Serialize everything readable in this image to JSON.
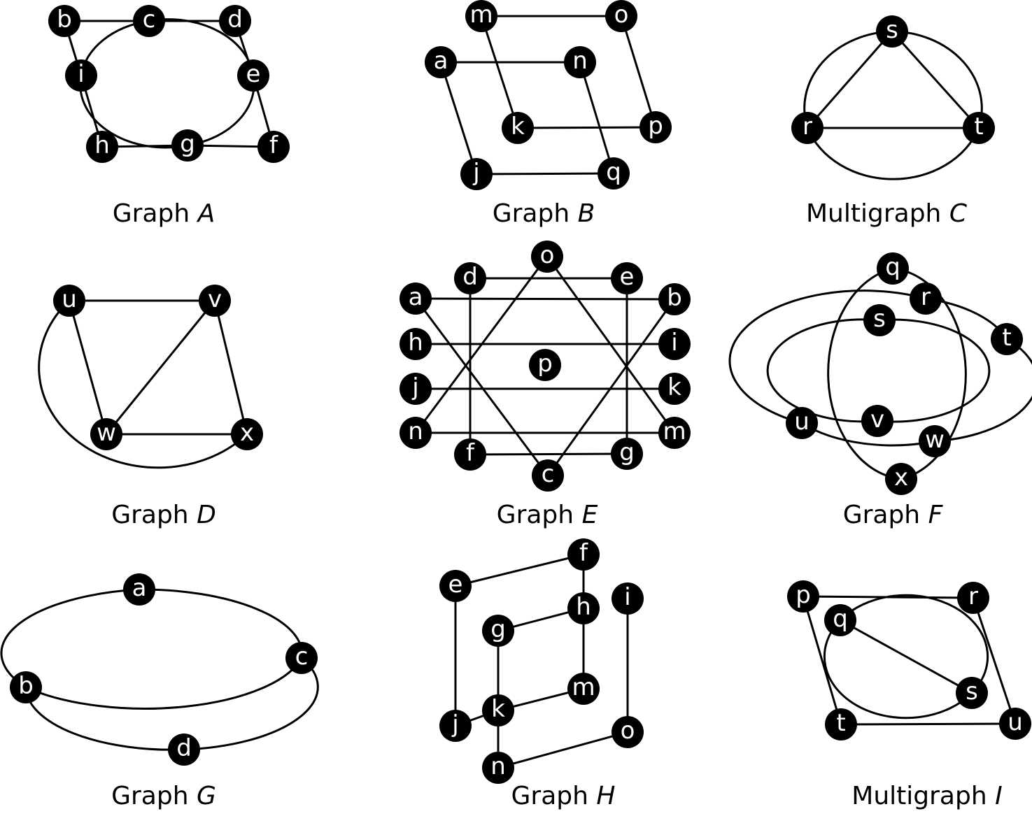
{
  "graphs": [
    {
      "id": "A",
      "caption_prefix": "Graph",
      "caption_var": "A",
      "nodes": [
        "b",
        "c",
        "d",
        "i",
        "e",
        "h",
        "g",
        "f"
      ],
      "edges": [
        [
          "b",
          "c"
        ],
        [
          "c",
          "d"
        ],
        [
          "b",
          "i"
        ],
        [
          "i",
          "h"
        ],
        [
          "d",
          "e"
        ],
        [
          "e",
          "f"
        ],
        [
          "h",
          "g"
        ],
        [
          "g",
          "f"
        ],
        [
          "c",
          "e"
        ],
        [
          "e",
          "g"
        ],
        [
          "g",
          "i"
        ],
        [
          "i",
          "c"
        ]
      ]
    },
    {
      "id": "B",
      "caption_prefix": "Graph",
      "caption_var": "B",
      "nodes": [
        "m",
        "o",
        "a",
        "n",
        "k",
        "p",
        "j",
        "q"
      ],
      "edges": [
        [
          "m",
          "o"
        ],
        [
          "a",
          "n"
        ],
        [
          "k",
          "p"
        ],
        [
          "j",
          "q"
        ],
        [
          "m",
          "k"
        ],
        [
          "o",
          "p"
        ],
        [
          "a",
          "j"
        ],
        [
          "n",
          "q"
        ]
      ]
    },
    {
      "id": "C",
      "caption_prefix": "Multigraph",
      "caption_var": "C",
      "nodes": [
        "s",
        "r",
        "t"
      ],
      "edges": [
        [
          "s",
          "r"
        ],
        [
          "s",
          "t"
        ],
        [
          "r",
          "t"
        ],
        [
          "s",
          "t"
        ],
        [
          "t",
          "r"
        ],
        [
          "r",
          "s"
        ]
      ]
    },
    {
      "id": "D",
      "caption_prefix": "Graph",
      "caption_var": "D",
      "nodes": [
        "u",
        "v",
        "w",
        "x"
      ],
      "edges": [
        [
          "u",
          "v"
        ],
        [
          "u",
          "w"
        ],
        [
          "v",
          "w"
        ],
        [
          "v",
          "x"
        ],
        [
          "w",
          "x"
        ],
        [
          "u",
          "x"
        ]
      ]
    },
    {
      "id": "E",
      "caption_prefix": "Graph",
      "caption_var": "E",
      "nodes": [
        "o",
        "d",
        "e",
        "a",
        "b",
        "h",
        "i",
        "p",
        "j",
        "k",
        "n",
        "m",
        "f",
        "g",
        "c"
      ],
      "edges": [
        [
          "d",
          "e"
        ],
        [
          "a",
          "b"
        ],
        [
          "h",
          "i"
        ],
        [
          "j",
          "k"
        ],
        [
          "n",
          "m"
        ],
        [
          "f",
          "g"
        ],
        [
          "d",
          "f"
        ],
        [
          "e",
          "g"
        ],
        [
          "o",
          "n"
        ],
        [
          "o",
          "m"
        ],
        [
          "c",
          "a"
        ],
        [
          "c",
          "b"
        ]
      ]
    },
    {
      "id": "F",
      "caption_prefix": "Graph",
      "caption_var": "F",
      "nodes": [
        "q",
        "r",
        "s",
        "t",
        "u",
        "v",
        "w",
        "x"
      ],
      "edges": [
        [
          "q",
          "x"
        ],
        [
          "x",
          "q"
        ],
        [
          "r",
          "t"
        ],
        [
          "t",
          "w"
        ],
        [
          "w",
          "u"
        ],
        [
          "u",
          "r"
        ],
        [
          "s",
          "v"
        ],
        [
          "v",
          "s"
        ]
      ]
    },
    {
      "id": "G",
      "caption_prefix": "Graph",
      "caption_var": "G",
      "nodes": [
        "a",
        "c",
        "b",
        "d"
      ],
      "edges": [
        [
          "a",
          "c"
        ],
        [
          "c",
          "b"
        ],
        [
          "b",
          "a"
        ],
        [
          "b",
          "d"
        ],
        [
          "d",
          "c"
        ]
      ]
    },
    {
      "id": "H",
      "caption_prefix": "Graph",
      "caption_var": "H",
      "nodes": [
        "f",
        "e",
        "h",
        "i",
        "g",
        "m",
        "k",
        "j",
        "o",
        "n"
      ],
      "edges": [
        [
          "e",
          "f"
        ],
        [
          "f",
          "h"
        ],
        [
          "g",
          "h"
        ],
        [
          "h",
          "m"
        ],
        [
          "e",
          "j"
        ],
        [
          "j",
          "k"
        ],
        [
          "g",
          "k"
        ],
        [
          "k",
          "m"
        ],
        [
          "k",
          "n"
        ],
        [
          "i",
          "o"
        ],
        [
          "n",
          "o"
        ]
      ]
    },
    {
      "id": "I",
      "caption_prefix": "Multigraph",
      "caption_var": "I",
      "nodes": [
        "p",
        "r",
        "q",
        "s",
        "t",
        "u"
      ],
      "edges": [
        [
          "p",
          "r"
        ],
        [
          "p",
          "t"
        ],
        [
          "r",
          "u"
        ],
        [
          "t",
          "u"
        ],
        [
          "q",
          "s"
        ],
        [
          "q",
          "s"
        ],
        [
          "s",
          "q"
        ]
      ]
    }
  ]
}
